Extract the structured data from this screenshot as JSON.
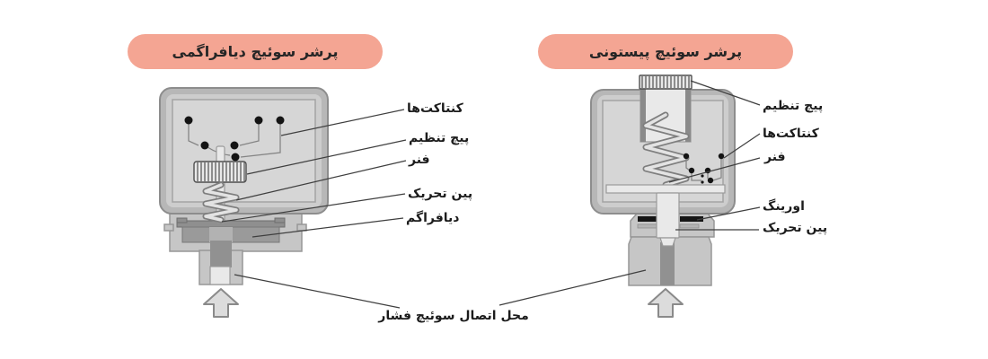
{
  "colors": {
    "page_bg": "#ffffff",
    "pill_bg": "#f4a593",
    "pill_text": "#262626",
    "label_text": "#1c1c1c",
    "leader_line": "#3f3f3f",
    "wire": "#858585",
    "contact_dot": "#141414",
    "metal_rim": "#b7b7b7",
    "metal_body": "#cdcdcd",
    "metal_panel": "#d6d6d6",
    "metal_mid": "#c6c6c6",
    "metal_light": "#e9e9e9",
    "metal_dark": "#8f8f8f",
    "oring_black": "#151515",
    "spring_outer": "#7e7e7e",
    "spring_inner": "#e3e3e3",
    "arrow_fill": "#dcdcdc",
    "arrow_edge": "#8a8a8a"
  },
  "diagrams": {
    "diaphragm": {
      "title": "پرشر سوئیچ دیافراگمی",
      "labels": {
        "contacts": "کنتاکت‌ها",
        "adjust_screw": "پیچ تنظیم",
        "spring": "فنر",
        "actuation_pin": "پین تحریک",
        "diaphragm": "دیافراگم"
      }
    },
    "piston": {
      "title": "پرشر سوئیچ پیستونی",
      "labels": {
        "adjust_screw": "پیچ تنظیم",
        "contacts": "کنتاکت‌ها",
        "spring": "فنر",
        "oring": "اورینگ",
        "actuation_pin": "پین تحریک"
      }
    }
  },
  "shared_label": "محل اتصال سوئیچ فشار"
}
